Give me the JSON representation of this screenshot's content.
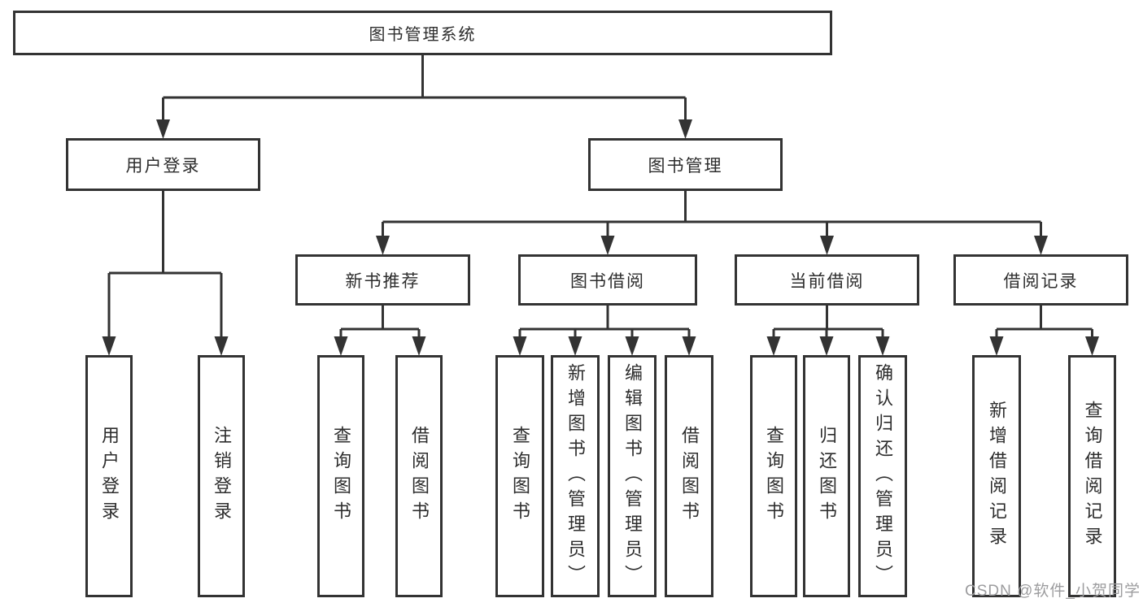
{
  "diagram": {
    "title": "图书管理系统",
    "nodes": [
      {
        "id": "root",
        "label": "图书管理系统",
        "parent": null
      },
      {
        "id": "login",
        "label": "用户登录",
        "parent": "root"
      },
      {
        "id": "mgmt",
        "label": "图书管理",
        "parent": "root"
      },
      {
        "id": "newbook",
        "label": "新书推荐",
        "parent": "mgmt"
      },
      {
        "id": "borrow",
        "label": "图书借阅",
        "parent": "mgmt"
      },
      {
        "id": "current",
        "label": "当前借阅",
        "parent": "mgmt"
      },
      {
        "id": "records",
        "label": "借阅记录",
        "parent": "mgmt"
      },
      {
        "id": "user-login",
        "label": "用户登录",
        "parent": "login"
      },
      {
        "id": "logout",
        "label": "注销登录",
        "parent": "login"
      },
      {
        "id": "nb-query",
        "label": "查询图书",
        "parent": "newbook"
      },
      {
        "id": "nb-borrow",
        "label": "借阅图书",
        "parent": "newbook"
      },
      {
        "id": "bw-query",
        "label": "查询图书",
        "parent": "borrow"
      },
      {
        "id": "bw-add",
        "label": "新增图书（管理员）",
        "parent": "borrow"
      },
      {
        "id": "bw-edit",
        "label": "编辑图书（管理员）",
        "parent": "borrow"
      },
      {
        "id": "bw-borrow",
        "label": "借阅图书",
        "parent": "borrow"
      },
      {
        "id": "cu-query",
        "label": "查询图书",
        "parent": "current"
      },
      {
        "id": "cu-return",
        "label": "归还图书",
        "parent": "current"
      },
      {
        "id": "cu-confirm",
        "label": "确认归还（管理员）",
        "parent": "current"
      },
      {
        "id": "re-add",
        "label": "新增借阅记录",
        "parent": "records"
      },
      {
        "id": "re-query",
        "label": "查询借阅记录",
        "parent": "records"
      }
    ],
    "colors": {
      "line": "#333333",
      "box_border": "#333333",
      "box_background": "#ffffff",
      "text": "#2d2d2d",
      "watermark": "#9c9c9e"
    }
  },
  "watermark": {
    "text": "CSDN @软件_小贺同学"
  }
}
